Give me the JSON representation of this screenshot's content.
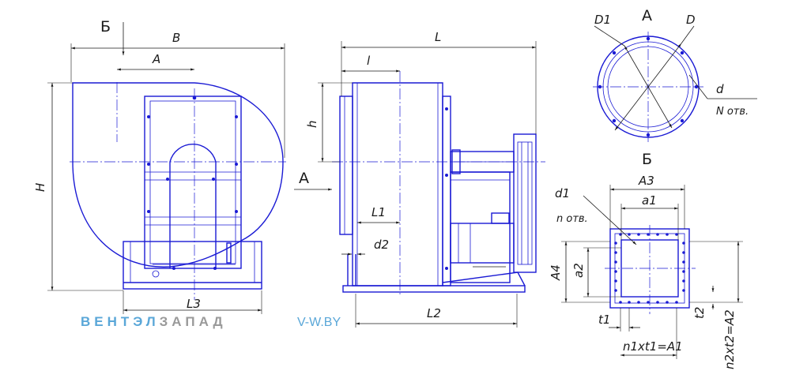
{
  "view_labels": {
    "view_a_arrow": "А",
    "view_b_arrow": "Б",
    "view_a_title": "А",
    "view_b_title": "Б"
  },
  "dimensions": {
    "B": "B",
    "A": "A",
    "H": "H",
    "L3": "L3",
    "L": "L",
    "l": "l",
    "h": "h",
    "L1": "L1",
    "d2": "d2",
    "L2": "L2",
    "D1": "D1",
    "D": "D",
    "d": "d",
    "N_holes": "N отв.",
    "A3": "A3",
    "a1": "a1",
    "d1": "d1",
    "n_holes": "n отв.",
    "A4": "A4",
    "a2": "a2",
    "t1": "t1",
    "t2": "t2",
    "n1xt1": "n1xt1=A1",
    "n2xt2": "n2xt2=A2"
  },
  "watermark": {
    "brand_part1": "ВЕНТЭЛ",
    "brand_part2": "ЗАПАД",
    "site": "V-W.BY",
    "color_part1": "#5aa7d8",
    "color_part2": "#9a9a9a",
    "color_site": "#5aa7d8"
  },
  "colors": {
    "drawing": "#1a1ad4",
    "dimension": "#1a1a1a"
  }
}
